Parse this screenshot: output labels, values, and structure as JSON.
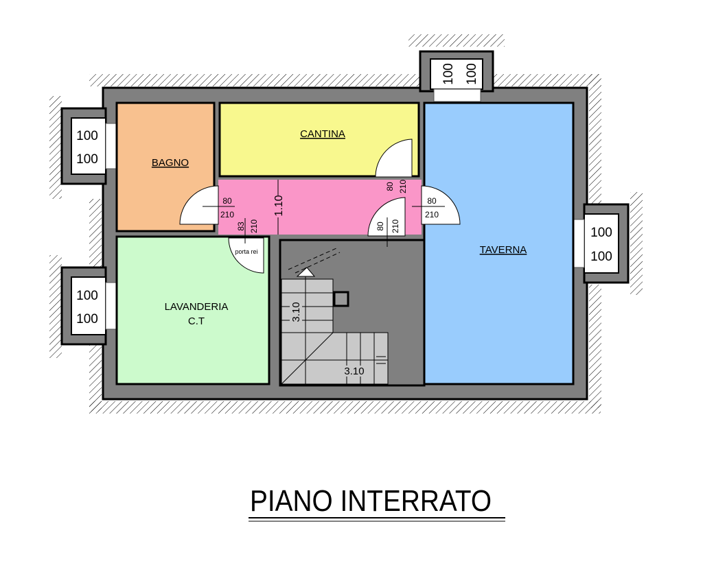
{
  "title": "PIANO INTERRATO",
  "rooms": {
    "bagno": "BAGNO",
    "cantina": "CANTINA",
    "taverna": "TAVERNA",
    "lavanderia": "LAVANDERIA",
    "lavanderia_sub": "C.T"
  },
  "windows": {
    "top": [
      "100",
      "100"
    ],
    "left_upper": [
      "100",
      "100"
    ],
    "left_lower": [
      "100",
      "100"
    ],
    "right": [
      "100",
      "100"
    ]
  },
  "doors": {
    "bagno": [
      "80",
      "210"
    ],
    "cantina": [
      "80",
      "210"
    ],
    "taverna": [
      "80",
      "210"
    ],
    "stairs": [
      "80",
      "210"
    ],
    "lavanderia": [
      "83",
      "210"
    ],
    "lavanderia_note": "porta rei"
  },
  "dimensions": {
    "corridor_width": "1.10",
    "stairs_height": "3.10",
    "stairs_width": "3.10"
  },
  "colors": {
    "wall": "#808080",
    "bagno": "#f8c18f",
    "cantina": "#f8f88e",
    "corridor": "#fa96c8",
    "taverna": "#99ccfd",
    "lavanderia": "#ccfacc",
    "stairs_dark": "#808080",
    "stairs_light": "#c9c9c9"
  }
}
